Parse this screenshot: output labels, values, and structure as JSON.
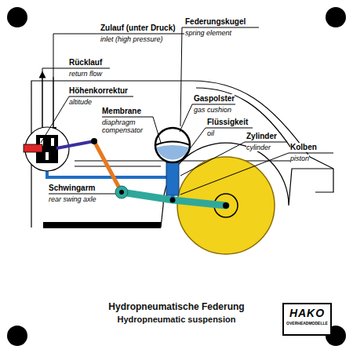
{
  "diagram": {
    "title": "Hydropneumatische Federung",
    "caption": "Hydropneumatic suspension",
    "nodes": [
      {
        "text": [
          "HAKO",
          "OVERHEADMODELLE"
        ]
      }
    ],
    "labels": [
      "Zulauf (unter Druck)",
      "inlet (high pressure)",
      "Rücklauf",
      "return flow",
      "Höhenkorrektur",
      "altitude",
      "Membrane",
      "diaphragm compensator",
      "Federungskugel",
      "spring element",
      "Gaspolster",
      "gas cushion",
      "Flüssigkeit",
      "oil",
      "Zylinder",
      "cylinder",
      "Kolben",
      "piston",
      "Schwingarm",
      "rear swing axle"
    ]
  }
}
